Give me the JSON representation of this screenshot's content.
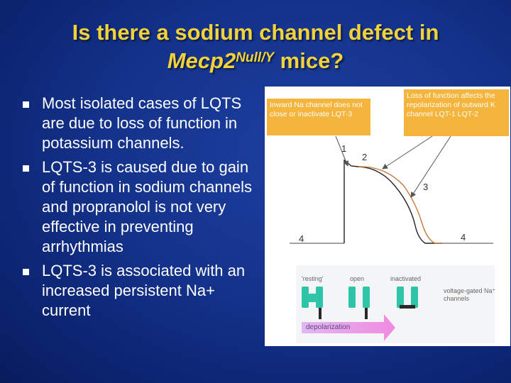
{
  "slide": {
    "title_line1": "Is there a sodium channel defect in",
    "title_line2_main": "Mecp2",
    "title_line2_sup": "Null/Y",
    "title_line2_rest": " mice?",
    "bullets": [
      "Most isolated cases of LQTS are due to loss of function in potassium channels.",
      "LQTS-3 is caused due to gain of function in sodium channels and propranolol is not very effective in preventing arrhythmias",
      "LQTS-3 is associated with an increased persistent Na+ current"
    ]
  },
  "figure": {
    "note_inward": "Inward Na channel does not close or inactivate LQT-3",
    "note_loss": "Loss of function affects the repolarization of outward K channel LQT-1 LQT-2",
    "phase_labels": [
      "1",
      "2",
      "3",
      "4",
      "4"
    ],
    "channel_states": [
      "'resting'",
      "open",
      "inactivated"
    ],
    "channel_caption": "voltage-gated Na⁺ channels",
    "depolarization_label": "depolarization"
  },
  "colors": {
    "title": "#f2d23a",
    "note_bg": "#f5b43c",
    "channel": "#2ec4a8",
    "prolonged_trace": "#c87a3a"
  }
}
